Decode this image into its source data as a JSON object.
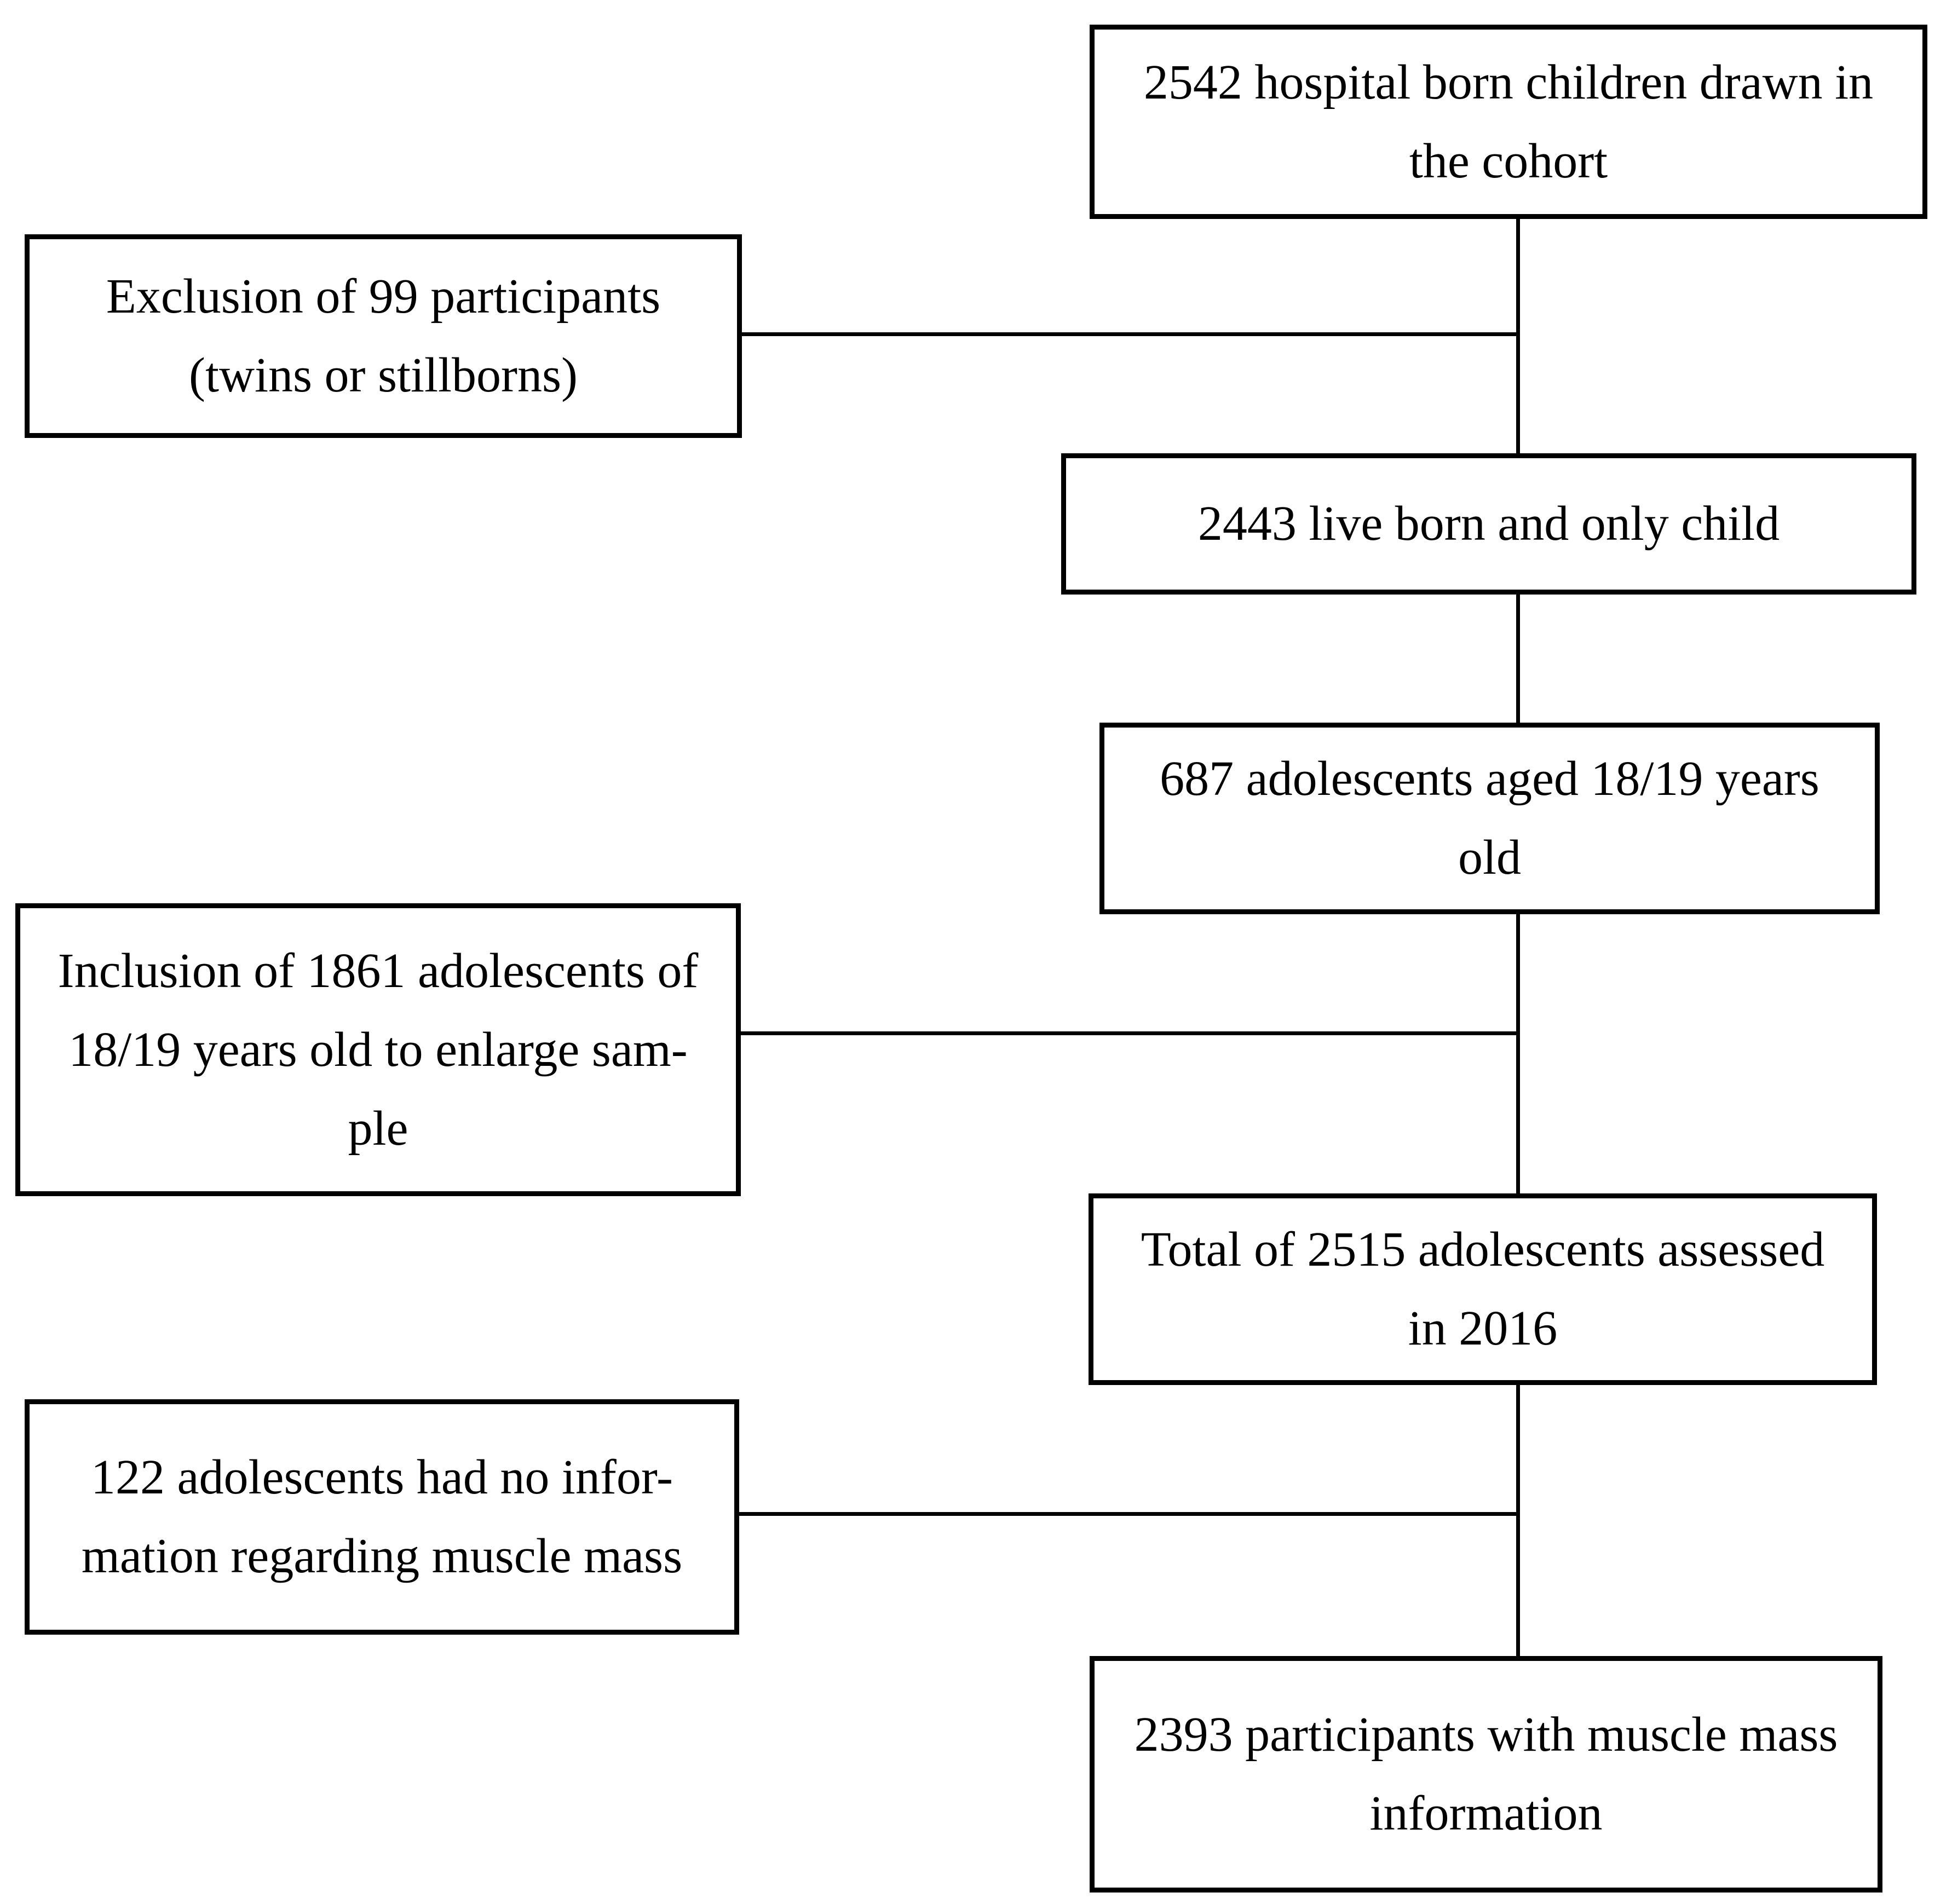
{
  "figure": {
    "background_color": "#ffffff",
    "line_color": "#000000",
    "text_color": "#000000"
  },
  "boxes": {
    "cohort": {
      "lines": [
        "2542 hospital born children drawn in",
        "the cohort"
      ]
    },
    "exclusion": {
      "lines": [
        "Exclusion of 99 participants",
        "(twins or stillborns)"
      ]
    },
    "live_born": {
      "lines": [
        "2443 live born and only child"
      ]
    },
    "adolescents_687": {
      "lines": [
        "687 adolescents aged 18/19 years",
        "old"
      ]
    },
    "inclusion": {
      "lines": [
        "Inclusion of 1861 adolescents of",
        "18/19 years old to enlarge sam-",
        "ple"
      ]
    },
    "total_assessed": {
      "lines": [
        "Total of 2515 adolescents assessed",
        "in 2016"
      ]
    },
    "no_muscle_info": {
      "lines": [
        "122 adolescents had no infor-",
        "mation regarding muscle mass"
      ]
    },
    "muscle_info": {
      "lines": [
        "2393 participants with muscle mass",
        "information"
      ]
    }
  }
}
